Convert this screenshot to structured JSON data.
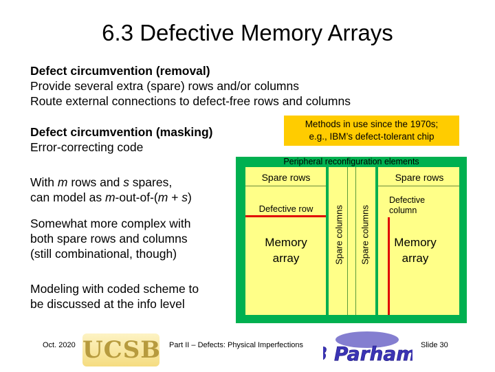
{
  "slide": {
    "title": "6.3  Defective Memory Arrays",
    "removal": {
      "heading": "Defect circumvention (removal)",
      "line1": "Provide several extra (spare) rows and/or columns",
      "line2": "Route external connections to defect-free rows and columns"
    },
    "masking": {
      "heading": "Defect circumvention (masking)",
      "line1": "Error-correcting code"
    },
    "model": {
      "p1": "With ",
      "m1": "m",
      "p2": " rows and ",
      "s1": "s",
      "p3": " spares,",
      "p4": "can model as ",
      "m2": "m",
      "p5": "-out-of-(",
      "m3": "m",
      "p6": " + ",
      "s2": "s",
      "p7": ")"
    },
    "complex": {
      "line1": "Somewhat more complex with",
      "line2": "both spare rows and columns",
      "line3": "(still combinational, though)"
    },
    "coded": {
      "line1": "Modeling with coded scheme to",
      "line2": "be discussed at the info level"
    },
    "callout": {
      "line1": "Methods in use since the 1970s;",
      "line2": "e.g., IBM’s defect-tolerant chip"
    },
    "diagram": {
      "peripheral_label": "Peripheral reconfiguration elements",
      "left_spare_rows": "Spare rows",
      "right_spare_rows": "Spare rows",
      "defective_row": "Defective row",
      "defective_column_l1": "Defective",
      "defective_column_l2": "column",
      "left_memory_l1": "Memory",
      "left_memory_l2": "array",
      "right_memory_l1": "Memory",
      "right_memory_l2": "array",
      "spare_columns_1": "Spare columns",
      "spare_columns_2": "Spare columns"
    },
    "footer": {
      "date": "Oct. 2020",
      "center": "Part II – Defects: Physical Imperfections",
      "slide_number": "Slide 30",
      "logo_text": "UCSB",
      "signature_text": "B Parhami"
    }
  }
}
